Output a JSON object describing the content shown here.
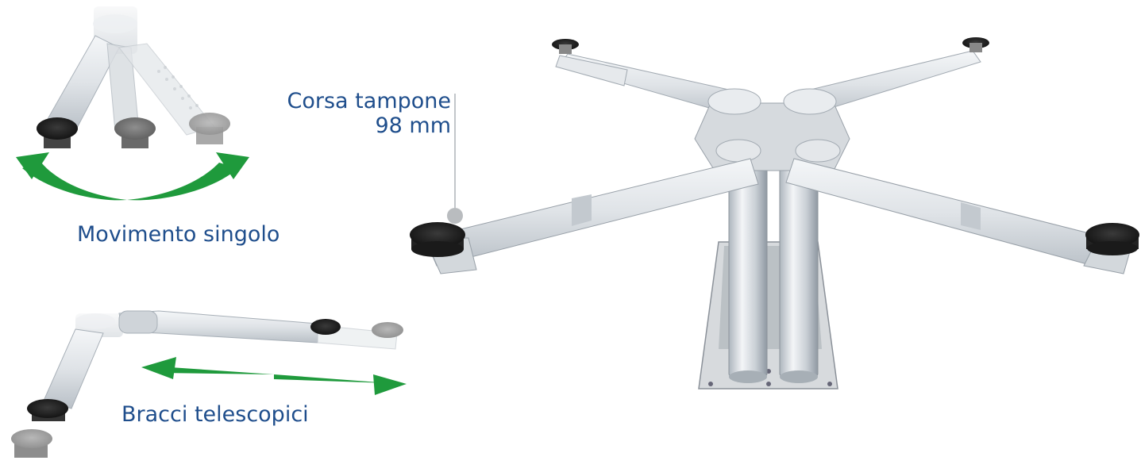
{
  "labels": {
    "corsa_line1": "Corsa tampone",
    "corsa_line2": "98 mm",
    "movimento": "Movimento singolo",
    "bracci": "Bracci telescopici"
  },
  "colors": {
    "text_blue": "#1f4e8c",
    "arrow_green": "#1f9a3c",
    "pad_black": "#1a1a1a",
    "metal": "#dde1e5"
  },
  "icons": {
    "single_movement_arrow": "double-curved-arrow-icon",
    "telescopic_arrow": "double-straight-arrow-icon"
  }
}
